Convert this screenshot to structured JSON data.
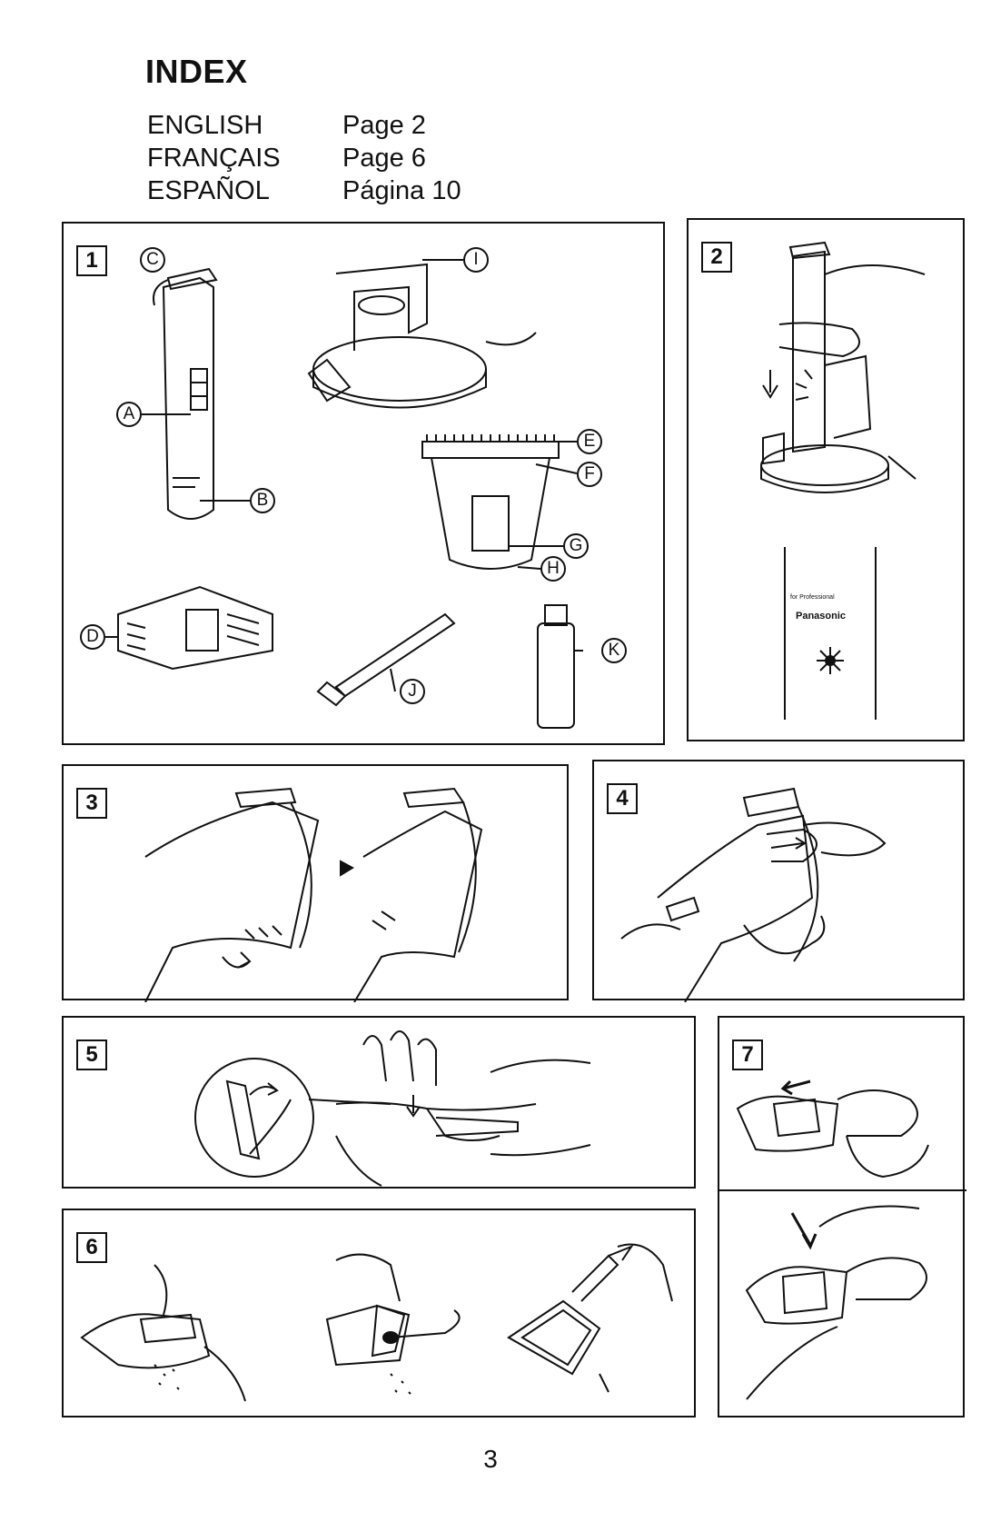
{
  "header": {
    "title": "INDEX"
  },
  "index": [
    {
      "language": "ENGLISH",
      "page": "Page 2"
    },
    {
      "language": "FRANÇAIS",
      "page": "Page 6"
    },
    {
      "language": "ESPAÑOL",
      "page": "Página 10"
    }
  ],
  "panels": {
    "p1": {
      "number": "1",
      "callouts": [
        "C",
        "I",
        "A",
        "E",
        "F",
        "B",
        "G",
        "H",
        "D",
        "K",
        "J"
      ]
    },
    "p2": {
      "number": "2",
      "brand": "Panasonic",
      "brand_small": "for Professional"
    },
    "p3": {
      "number": "3"
    },
    "p4": {
      "number": "4"
    },
    "p5": {
      "number": "5"
    },
    "p6": {
      "number": "6"
    },
    "p7": {
      "number": "7"
    }
  },
  "footer": {
    "page_number": "3"
  }
}
